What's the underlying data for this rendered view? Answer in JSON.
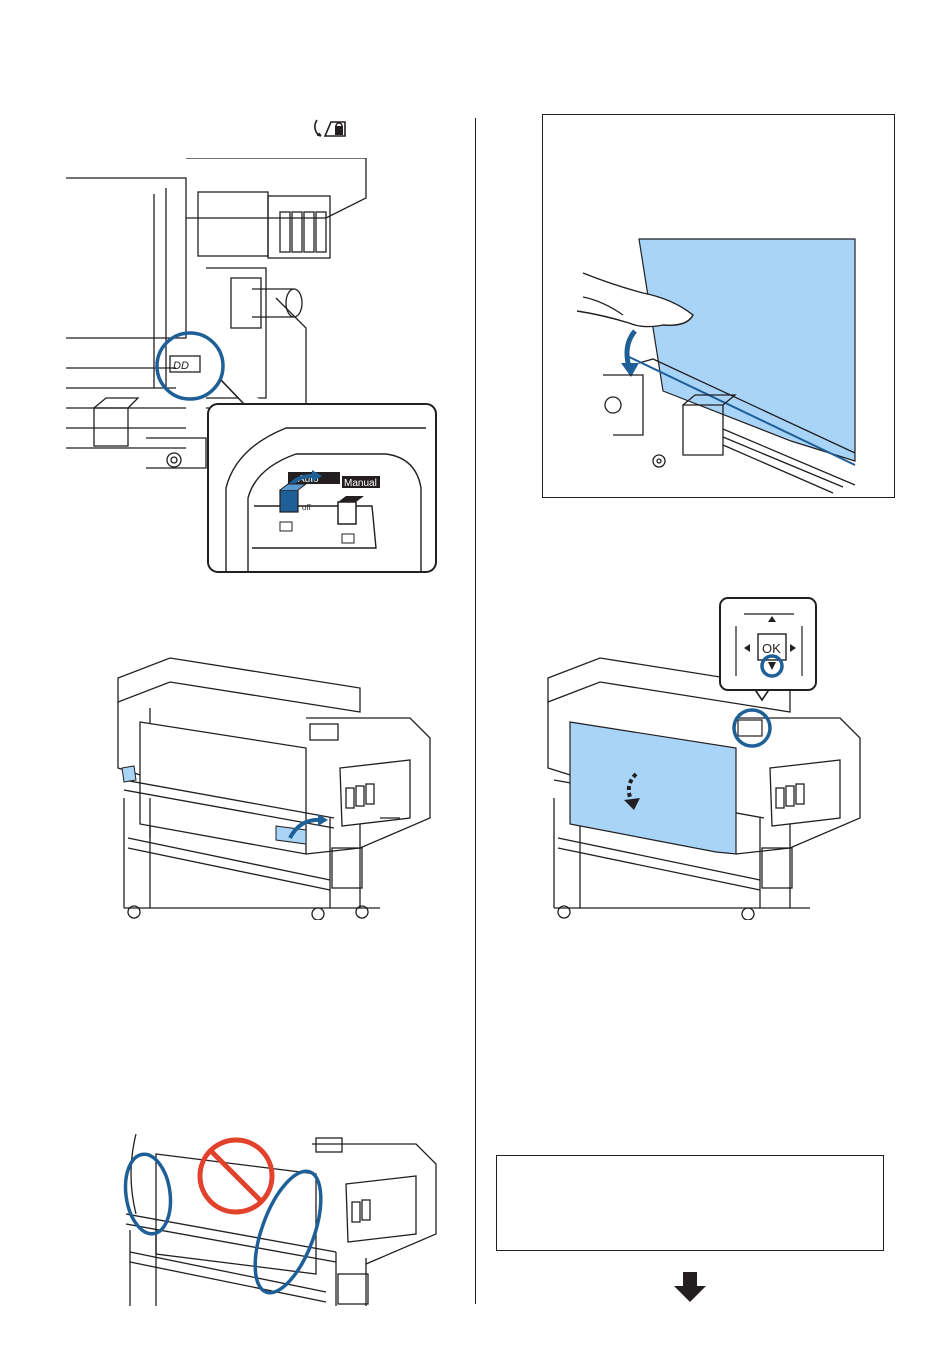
{
  "switch_panel": {
    "auto_label": "Auto",
    "manual_label": "Manual",
    "off_label": "off"
  },
  "control_pad": {
    "ok_label": "OK"
  },
  "colors": {
    "accent_blue": "#1f5f97",
    "media_blue": "#a8d4f7",
    "prohibition_red": "#e2412c",
    "line": "#231f20"
  }
}
